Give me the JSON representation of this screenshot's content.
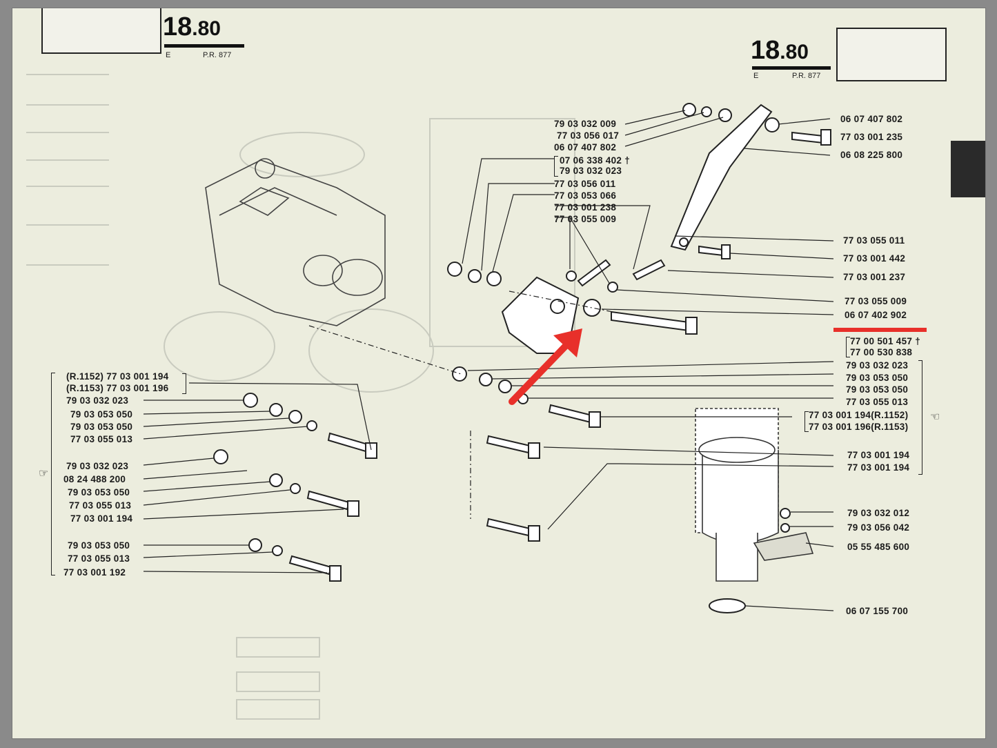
{
  "header": {
    "left": {
      "section": "18",
      "sub": ".80",
      "letter": "E",
      "ref": "P.R. 877"
    },
    "right": {
      "section": "18",
      "sub": ".80",
      "letter": "E",
      "ref": "P.R. 877"
    }
  },
  "parts_top_center": [
    "79 03 032 009",
    "77 03 056 017",
    "06 07 407 802",
    "07 06 338 402 †",
    "79 03 032 023",
    "77 03 056 011",
    "77 03 053 066",
    "77 03 001 238",
    "77 03 055 009"
  ],
  "parts_right": [
    "06 07 407 802",
    "77 03 001 235",
    "06 08 225 800",
    "77 03 055 011",
    "77 03 001 442",
    "77 03 001 237",
    "77 03 055 009",
    "06 07 402 902",
    "77 00 501 457 †",
    "77 00 530 838",
    "79 03 032 023",
    "79 03 053 050",
    "79 03 053 050",
    "77 03 055 013",
    "77 03 001 194(R.1152)",
    "77 03 001 196(R.1153)",
    "77 03 001 194",
    "77 03 001 194",
    "79 03 032 012",
    "79 03 056 042",
    "05 55 485 600",
    "06 07 155 700"
  ],
  "parts_left": [
    "(R.1152)  77 03 001 194",
    "(R.1153) 77 03 001 196",
    "79 03 032 023",
    "79 03 053 050",
    "79 03 053 050",
    "77 03 055 013",
    "79 03 032 023",
    "08 24 488 200",
    "79 03 053 050",
    "77 03 055 013",
    "77 03 001 194",
    "79 03 053 050",
    "77 03 055 013",
    "77 03 001 192"
  ],
  "colors": {
    "highlight": "#e8302a",
    "ink": "#1b1b1b",
    "paper": "#ecedde"
  }
}
